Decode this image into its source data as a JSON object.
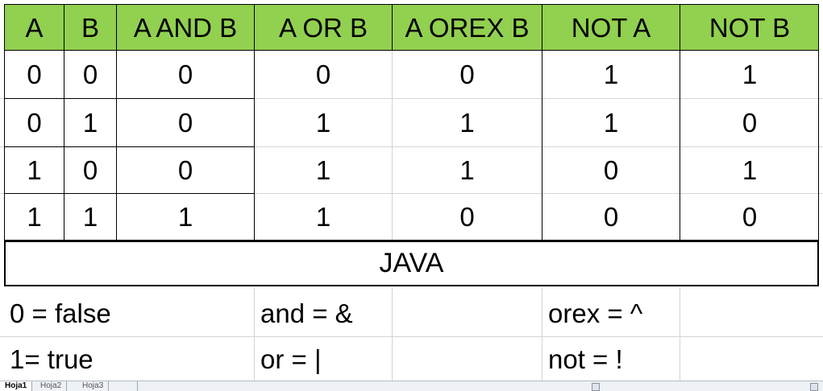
{
  "truth_table": {
    "headers": [
      "A",
      "B",
      "A AND B",
      "A OR B",
      "A OREX B",
      "NOT A",
      "NOT B"
    ],
    "rows": [
      [
        "0",
        "0",
        "0",
        "0",
        "0",
        "1",
        "1"
      ],
      [
        "0",
        "1",
        "0",
        "1",
        "1",
        "1",
        "0"
      ],
      [
        "1",
        "0",
        "0",
        "1",
        "1",
        "0",
        "1"
      ],
      [
        "1",
        "1",
        "1",
        "1",
        "0",
        "0",
        "0"
      ]
    ]
  },
  "banner": {
    "text": "JAVA"
  },
  "legend": {
    "false_text": "0 = false",
    "true_text": "1= true",
    "and_text": "and = &",
    "or_text": "or = |",
    "orex_text": "orex = ^",
    "not_text": "not = !"
  },
  "sheet_tabs": [
    "Hoja1",
    "Hoja2",
    "Hoja3"
  ],
  "colors": {
    "header_fill": "#92d050",
    "gridline": "#d4d4d4"
  }
}
